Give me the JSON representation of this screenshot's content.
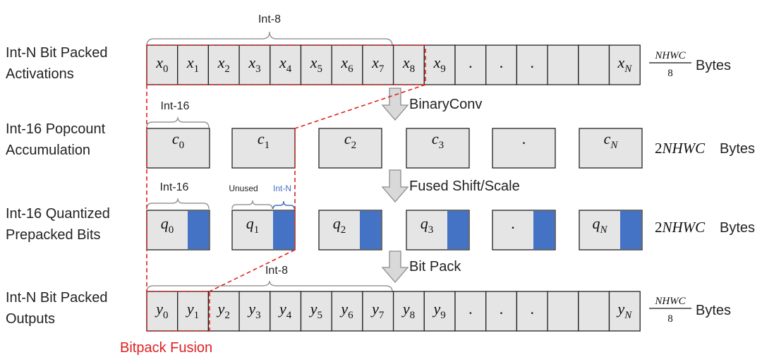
{
  "colors": {
    "cell_fill": "#e5e5e5",
    "quant_bits": "#4472c4",
    "fusion_red": "#e02020",
    "arrow_fill": "#d9d9d9",
    "arrow_stroke": "#8c8c8c"
  },
  "row_labels": [
    {
      "line1": "Int-N Bit Packed",
      "line2": "Activations"
    },
    {
      "line1": "Int-16 Popcount",
      "line2": "Accumulation"
    },
    {
      "line1": "Int-16 Quantized",
      "line2": "Prepacked Bits"
    },
    {
      "line1": "Int-N Bit Packed",
      "line2": "Outputs"
    }
  ],
  "activations": {
    "brace_label": "Int-8",
    "cells": [
      {
        "base": "x",
        "sub": "0"
      },
      {
        "base": "x",
        "sub": "1"
      },
      {
        "base": "x",
        "sub": "2"
      },
      {
        "base": "x",
        "sub": "3"
      },
      {
        "base": "x",
        "sub": "4"
      },
      {
        "base": "x",
        "sub": "5"
      },
      {
        "base": "x",
        "sub": "6"
      },
      {
        "base": "x",
        "sub": "7"
      },
      {
        "base": "x",
        "sub": "8"
      },
      {
        "base": "x",
        "sub": "9"
      },
      {
        "base": ".",
        "sub": ""
      },
      {
        "base": ".",
        "sub": ""
      },
      {
        "base": ".",
        "sub": ""
      },
      {
        "base": "",
        "sub": ""
      },
      {
        "base": "",
        "sub": ""
      },
      {
        "base": "x",
        "sub": "N"
      }
    ],
    "size_numer": "NHWC",
    "size_denom": "8",
    "size_unit": "Bytes"
  },
  "popcount": {
    "brace_label": "Int-16",
    "cells": [
      {
        "base": "c",
        "sub": "0"
      },
      {
        "base": "c",
        "sub": "1"
      },
      {
        "base": "c",
        "sub": "2"
      },
      {
        "base": "c",
        "sub": "3"
      },
      {
        "base": ".",
        "sub": ""
      },
      {
        "base": "c",
        "sub": "N"
      }
    ],
    "size_prefix": "2",
    "size_math": "NHWC",
    "size_unit": "Bytes"
  },
  "quantized": {
    "brace_label": "Int-16",
    "unused_label": "Unused",
    "intn_label": "Int-N",
    "cells": [
      {
        "base": "q",
        "sub": "0"
      },
      {
        "base": "q",
        "sub": "1"
      },
      {
        "base": "q",
        "sub": "2"
      },
      {
        "base": "q",
        "sub": "3"
      },
      {
        "base": ".",
        "sub": ""
      },
      {
        "base": "q",
        "sub": "N"
      }
    ],
    "size_prefix": "2",
    "size_math": "NHWC",
    "size_unit": "Bytes"
  },
  "outputs": {
    "brace_label": "Int-8",
    "cells": [
      {
        "base": "y",
        "sub": "0"
      },
      {
        "base": "y",
        "sub": "1"
      },
      {
        "base": "y",
        "sub": "2"
      },
      {
        "base": "y",
        "sub": "3"
      },
      {
        "base": "y",
        "sub": "4"
      },
      {
        "base": "y",
        "sub": "5"
      },
      {
        "base": "y",
        "sub": "6"
      },
      {
        "base": "y",
        "sub": "7"
      },
      {
        "base": "y",
        "sub": "8"
      },
      {
        "base": "y",
        "sub": "9"
      },
      {
        "base": ".",
        "sub": ""
      },
      {
        "base": ".",
        "sub": ""
      },
      {
        "base": ".",
        "sub": ""
      },
      {
        "base": "",
        "sub": ""
      },
      {
        "base": "",
        "sub": ""
      },
      {
        "base": "y",
        "sub": "N"
      }
    ],
    "size_numer": "NHWC",
    "size_denom": "8",
    "size_unit": "Bytes"
  },
  "arrows": [
    {
      "label": "BinaryConv"
    },
    {
      "label": "Fused Shift/Scale"
    },
    {
      "label": "Bit Pack"
    }
  ],
  "fusion_label": "Bitpack Fusion"
}
